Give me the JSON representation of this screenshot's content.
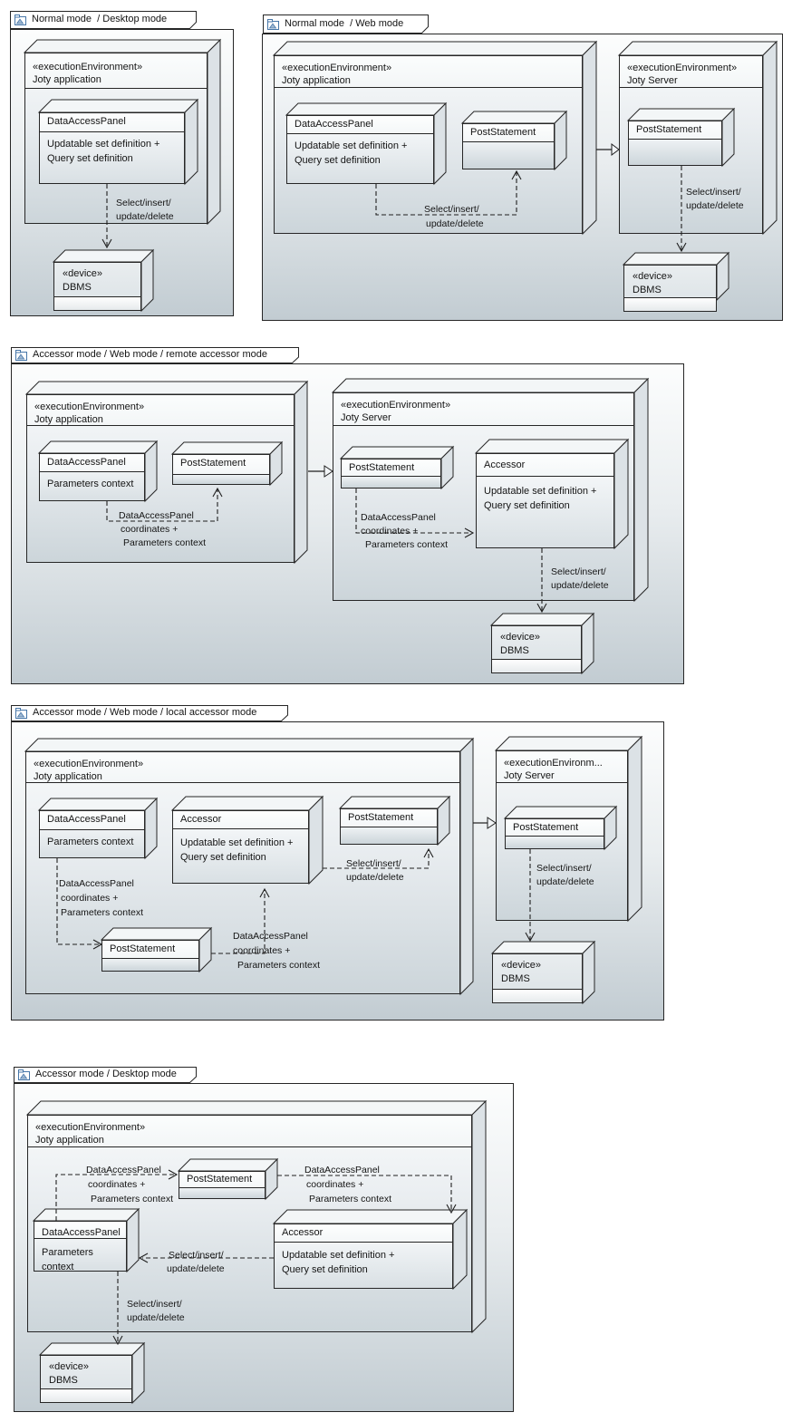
{
  "colors": {
    "line": "#262626",
    "icon_blue": "#4676a8",
    "frame_top": "#fbfcfd",
    "frame_bottom": "#c2ccd2"
  },
  "frames": [
    {
      "title": "Normal mode  / Desktop mode",
      "app": {
        "st": "«executionEnvironment»",
        "name": "Joty application"
      },
      "dap": {
        "title": "DataAccessPanel",
        "line1": "Updatable set definition +",
        "line2": "Query set definition"
      },
      "dbms": {
        "st": "«device»",
        "name": "DBMS"
      },
      "links": {
        "crud": {
          "l1": "Select/insert/",
          "l2": "update/delete"
        }
      }
    },
    {
      "title": "Normal mode  / Web mode",
      "app": {
        "st": "«executionEnvironment»",
        "name": "Joty application"
      },
      "dap": {
        "title": "DataAccessPanel",
        "line1": "Updatable set definition +",
        "line2": "Query set definition"
      },
      "ps_app": {
        "title": "PostStatement"
      },
      "server": {
        "st": "«executionEnvironment»",
        "name": "Joty Server"
      },
      "ps_server": {
        "title": "PostStatement"
      },
      "dbms": {
        "st": "«device»",
        "name": "DBMS"
      },
      "links": {
        "crud_app": {
          "l1": "Select/insert/",
          "l2": "update/delete"
        },
        "crud_server": {
          "l1": "Select/insert/",
          "l2": "update/delete"
        }
      }
    },
    {
      "title": "Accessor mode / Web mode / remote accessor mode",
      "app": {
        "st": "«executionEnvironment»",
        "name": "Joty application"
      },
      "dap": {
        "title": "DataAccessPanel",
        "line1": "Parameters context"
      },
      "ps_app": {
        "title": "PostStatement"
      },
      "server": {
        "st": "«executionEnvironment»",
        "name": "Joty Server"
      },
      "ps_server": {
        "title": "PostStatement"
      },
      "accessor": {
        "title": "Accessor",
        "line1": "Updatable set definition +",
        "line2": "Query set definition"
      },
      "dbms": {
        "st": "«device»",
        "name": "DBMS"
      },
      "links": {
        "coords_app": {
          "l1": "DataAccessPanel",
          "l2": "coordinates +",
          "l3": "Parameters context"
        },
        "coords_server": {
          "l1": "DataAccessPanel",
          "l2": "coordinates +",
          "l3": "Parameters context"
        },
        "crud": {
          "l1": "Select/insert/",
          "l2": "update/delete"
        }
      }
    },
    {
      "title": "Accessor mode / Web mode / local accessor mode",
      "app": {
        "st": "«executionEnvironment»",
        "name": "Joty application"
      },
      "dap": {
        "title": "DataAccessPanel",
        "line1": "Parameters context"
      },
      "accessor": {
        "title": "Accessor",
        "line1": "Updatable set definition +",
        "line2": "Query set definition"
      },
      "ps_top": {
        "title": "PostStatement"
      },
      "ps_bottom": {
        "title": "PostStatement"
      },
      "server": {
        "st": "«executionEnvironm...",
        "name": "Joty Server"
      },
      "ps_server": {
        "title": "PostStatement"
      },
      "dbms": {
        "st": "«device»",
        "name": "DBMS"
      },
      "links": {
        "coords_a": {
          "l1": "DataAccessPanel",
          "l2": "coordinates +",
          "l3": "Parameters context"
        },
        "coords_b": {
          "l1": "DataAccessPanel",
          "l2": "coordinates +",
          "l3": "Parameters context"
        },
        "crud_app": {
          "l1": "Select/insert/",
          "l2": "update/delete"
        },
        "crud_server": {
          "l1": "Select/insert/",
          "l2": "update/delete"
        }
      }
    },
    {
      "title": "Accessor mode / Desktop mode",
      "app": {
        "st": "«executionEnvironment»",
        "name": "Joty application"
      },
      "ps": {
        "title": "PostStatement"
      },
      "dap": {
        "title": "DataAccessPanel",
        "line1": "Parameters context"
      },
      "accessor": {
        "title": "Accessor",
        "line1": "Updatable set definition +",
        "line2": "Query set definition"
      },
      "dbms": {
        "st": "«device»",
        "name": "DBMS"
      },
      "links": {
        "coords_left": {
          "l1": "DataAccessPanel",
          "l2": "coordinates +",
          "l3": "Parameters context"
        },
        "coords_right": {
          "l1": "DataAccessPanel",
          "l2": "coordinates +",
          "l3": "Parameters context"
        },
        "crud_mid": {
          "l1": "Select/insert/",
          "l2": "update/delete"
        },
        "crud_down": {
          "l1": "Select/insert/",
          "l2": "update/delete"
        }
      }
    }
  ]
}
